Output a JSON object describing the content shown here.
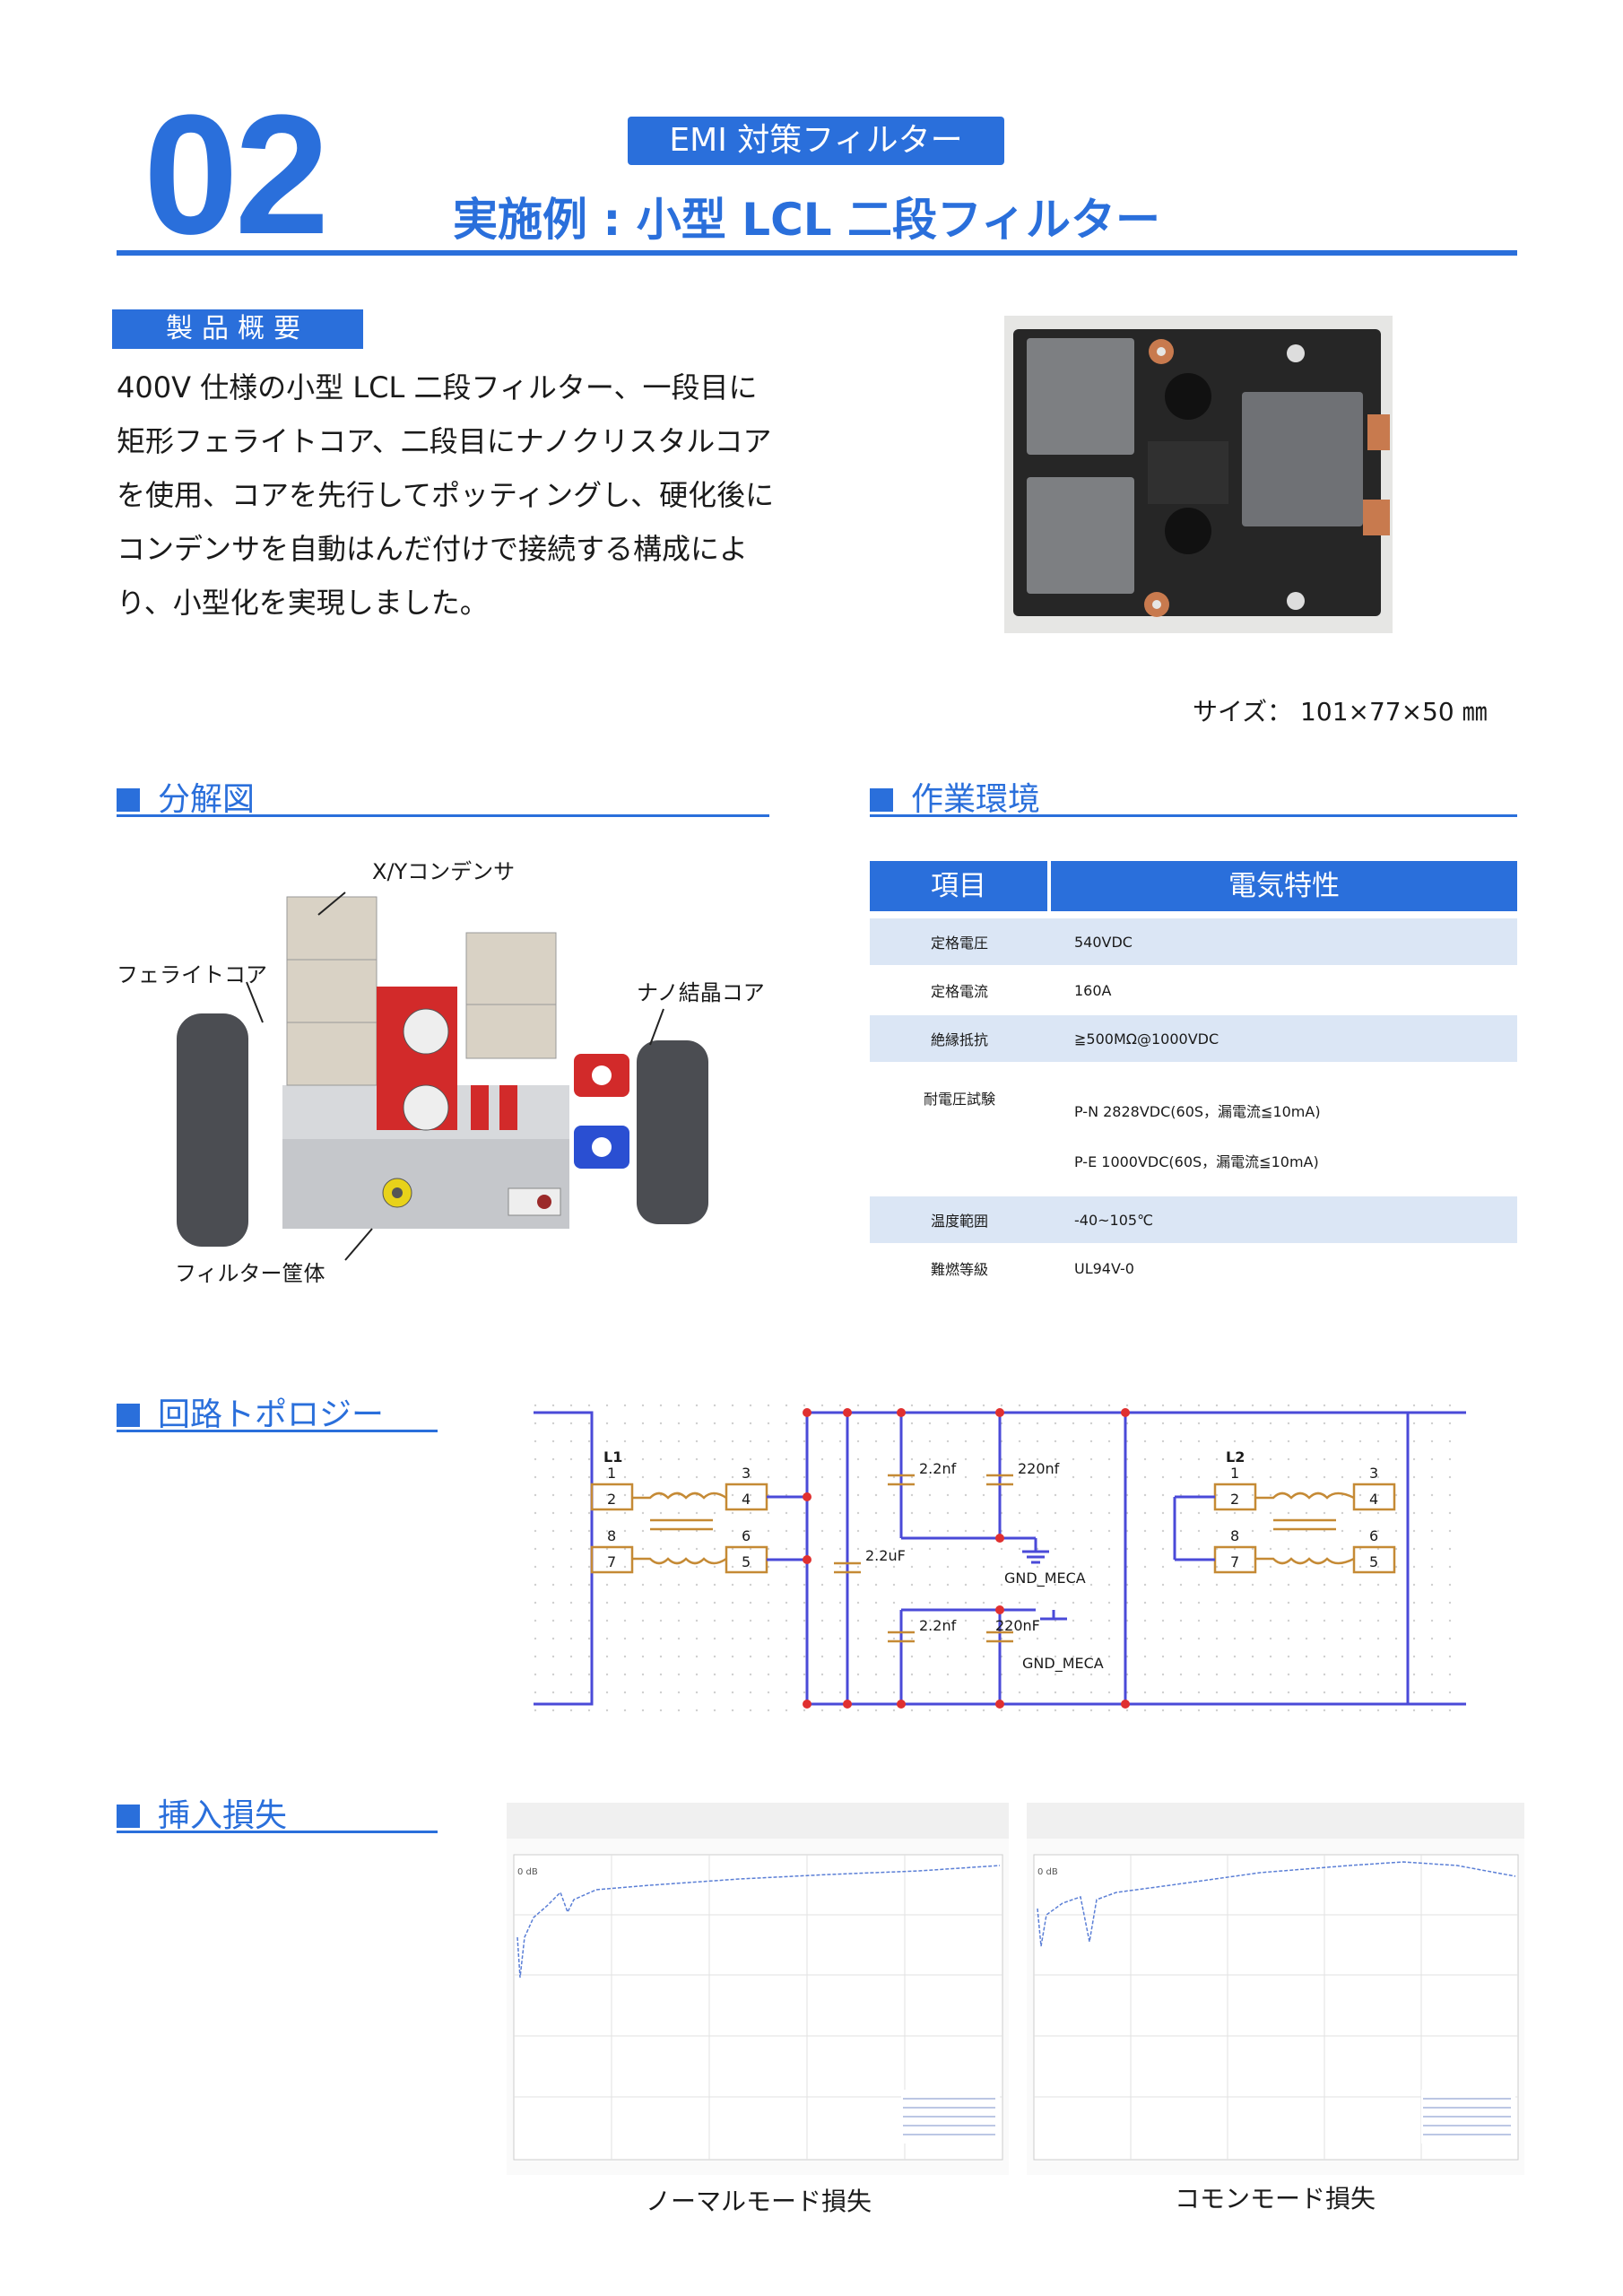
{
  "header": {
    "number": "02",
    "tag": "EMI 対策フィルター",
    "title": "実施例 : 小型 LCL 二段フィルター"
  },
  "overview": {
    "label": "製品概要",
    "text": " 400V 仕様の小型 LCL 二段フィルター、一段目に矩形フェライトコア、二段目にナノクリスタルコアを使用、コアを先行してポッティングし、硬化後にコンデンサを自動はんだ付けで接続する構成により、小型化を実現しました。",
    "size_note": "サイズ：  101×77×50 ㎜"
  },
  "sections": {
    "exploded": "分解図",
    "environment": "作業環境",
    "topology": "回路トポロジー",
    "insertion": "挿入損失"
  },
  "exploded_labels": {
    "xy_cap": "X/Yコンデンサ",
    "ferrite": "フェライトコア",
    "nano": "ナノ結晶コア",
    "case": "フィルター筐体"
  },
  "spec_table": {
    "headers": [
      "項目",
      "電気特性"
    ],
    "rows": [
      {
        "k": "定格電圧",
        "v": "540VDC"
      },
      {
        "k": "定格電流",
        "v": "160A"
      },
      {
        "k": "絶縁抵抗",
        "v": "≧500MΩ@1000VDC"
      },
      {
        "k": "耐電圧試験",
        "v": "P-N   2828VDC(60S，漏電流≦10mA)",
        "v2": "P-E   1000VDC(60S，漏電流≦10mA)"
      },
      {
        "k": "温度範囲",
        "v": "-40~105℃"
      },
      {
        "k": "難燃等級",
        "v": "UL94V-0"
      }
    ]
  },
  "circuit": {
    "l1": "L1",
    "l2": "L2",
    "pins": [
      "1",
      "2",
      "3",
      "4",
      "8",
      "6",
      "7",
      "5"
    ],
    "c1": "2.2nf",
    "c2": "220nf",
    "c3": "2.2uF",
    "c4": "2.2nf",
    "c5": "220nF",
    "gnd": "GND_MECA"
  },
  "charts": {
    "normal_caption": "ノーマルモード損失",
    "common_caption": "コモンモード損失",
    "zero_label": "0 dB"
  },
  "colors": {
    "accent": "#2a6fdb",
    "wire": "#4a4ad8",
    "coil": "#c58a35",
    "node": "#e03030",
    "shade": "#dbe6f5"
  }
}
